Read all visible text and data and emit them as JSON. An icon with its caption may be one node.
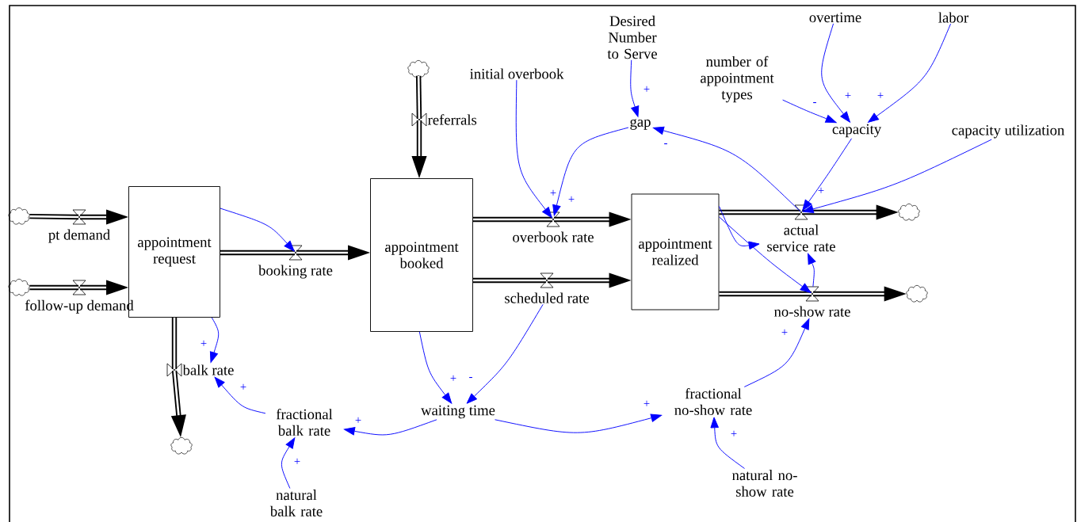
{
  "diagram": {
    "nodes": [
      {
        "text": [
          "appointment request"
        ]
      },
      {
        "text": [
          "appointment booked"
        ]
      },
      {
        "text": [
          "appointment realized"
        ]
      },
      {
        "text": [],
        "shape": "cloud"
      },
      {
        "text": [],
        "shape": "cloud"
      },
      {
        "text": [],
        "shape": "cloud"
      },
      {
        "text": [],
        "shape": "cloud"
      },
      {
        "text": [],
        "shape": "cloud"
      },
      {
        "text": [],
        "shape": "cloud"
      },
      {
        "text": [
          "pt demand"
        ]
      },
      {
        "text": [
          "follow-up demand"
        ]
      },
      {
        "text": [
          "booking rate"
        ]
      },
      {
        "text": [
          "referrals"
        ]
      },
      {
        "text": [
          "balk rate"
        ]
      },
      {
        "text": [
          "overbook rate"
        ]
      },
      {
        "text": [
          "scheduled rate"
        ]
      },
      {
        "text": [
          "actual service rate"
        ]
      },
      {
        "text": [
          "no-show rate"
        ]
      },
      {
        "text": [
          "Desired Number to Serve"
        ]
      },
      {
        "text": [
          "initial overbook"
        ]
      },
      {
        "text": [
          "gap"
        ]
      },
      {
        "text": [
          "number of appointment types"
        ]
      },
      {
        "text": [
          "overtime"
        ]
      },
      {
        "text": [
          "labor"
        ]
      },
      {
        "text": [
          "capacity"
        ]
      },
      {
        "text": [
          "capacity utilization"
        ]
      },
      {
        "text": [
          "waiting time"
        ]
      },
      {
        "text": [
          "fractional balk rate"
        ]
      },
      {
        "text": [
          "natural balk rate"
        ]
      },
      {
        "text": [
          "fractional no-show rate"
        ]
      },
      {
        "text": [
          "natural no-show rate"
        ]
      }
    ],
    "edges": [
      {
        "from": 3,
        "to": 9,
        "arrow": "none",
        "style": "thick",
        "color": "#000000"
      },
      {
        "from": 9,
        "to": 0,
        "arrow": "to",
        "style": "thick",
        "color": "#000000"
      },
      {
        "from": 4,
        "to": 10,
        "arrow": "none",
        "style": "thick",
        "color": "#000000"
      },
      {
        "from": 10,
        "to": 0,
        "arrow": "to",
        "style": "thick",
        "color": "#000000"
      },
      {
        "from": 0,
        "to": 11,
        "arrow": "none",
        "style": "thick",
        "color": "#000000"
      },
      {
        "from": 11,
        "to": 1,
        "arrow": "to",
        "style": "thick",
        "color": "#000000"
      },
      {
        "from": 5,
        "to": 12,
        "arrow": "none",
        "style": "thick",
        "color": "#000000"
      },
      {
        "from": 12,
        "to": 1,
        "arrow": "to",
        "style": "thick",
        "color": "#000000"
      },
      {
        "from": 0,
        "to": 13,
        "arrow": "none",
        "style": "thick",
        "color": "#000000"
      },
      {
        "from": 13,
        "to": 6,
        "arrow": "to",
        "style": "thick",
        "color": "#000000"
      },
      {
        "from": 1,
        "to": 14,
        "arrow": "none",
        "style": "thick",
        "color": "#000000"
      },
      {
        "from": 14,
        "to": 2,
        "arrow": "to",
        "style": "thick",
        "color": "#000000"
      },
      {
        "from": 1,
        "to": 15,
        "arrow": "none",
        "style": "thick",
        "color": "#000000"
      },
      {
        "from": 15,
        "to": 2,
        "arrow": "to",
        "style": "thick",
        "color": "#000000"
      },
      {
        "from": 2,
        "to": 16,
        "arrow": "none",
        "style": "thick",
        "color": "#000000"
      },
      {
        "from": 16,
        "to": 7,
        "arrow": "to",
        "style": "thick",
        "color": "#000000"
      },
      {
        "from": 2,
        "to": 17,
        "arrow": "none",
        "style": "thick",
        "color": "#000000"
      },
      {
        "from": 17,
        "to": 8,
        "arrow": "to",
        "style": "thick",
        "color": "#000000"
      },
      {
        "from": 0,
        "to": 11,
        "arrow": "to"
      },
      {
        "from": 0,
        "to": 13,
        "arrow": "to",
        "label": "+"
      },
      {
        "from": 19,
        "to": 14,
        "arrow": "to",
        "label": "+"
      },
      {
        "from": 20,
        "to": 14,
        "arrow": "to",
        "label": "+"
      },
      {
        "from": 18,
        "to": 20,
        "arrow": "to",
        "label": "+"
      },
      {
        "from": 16,
        "to": 20,
        "arrow": "to",
        "label": "-"
      },
      {
        "from": 22,
        "to": 24,
        "arrow": "to",
        "label": "+"
      },
      {
        "from": 23,
        "to": 24,
        "arrow": "to",
        "label": "+"
      },
      {
        "from": 21,
        "to": 24,
        "arrow": "to",
        "label": "-"
      },
      {
        "from": 24,
        "to": 16,
        "arrow": "to",
        "label": "+"
      },
      {
        "from": 25,
        "to": 16,
        "arrow": "to"
      },
      {
        "from": 2,
        "to": 16,
        "arrow": "to"
      },
      {
        "from": 2,
        "to": 17,
        "arrow": "to"
      },
      {
        "from": 17,
        "to": 16,
        "arrow": "to"
      },
      {
        "from": 1,
        "to": 26,
        "arrow": "to",
        "label": "+"
      },
      {
        "from": 15,
        "to": 26,
        "arrow": "to",
        "label": "-"
      },
      {
        "from": 26,
        "to": 27,
        "arrow": "to",
        "label": "+"
      },
      {
        "from": 27,
        "to": 13,
        "arrow": "to",
        "label": "+"
      },
      {
        "from": 28,
        "to": 27,
        "arrow": "to",
        "label": "+"
      },
      {
        "from": 26,
        "to": 29,
        "arrow": "to",
        "label": "+"
      },
      {
        "from": 29,
        "to": 17,
        "arrow": "to",
        "label": "+"
      },
      {
        "from": 30,
        "to": 29,
        "arrow": "to",
        "label": "+"
      }
    ]
  }
}
